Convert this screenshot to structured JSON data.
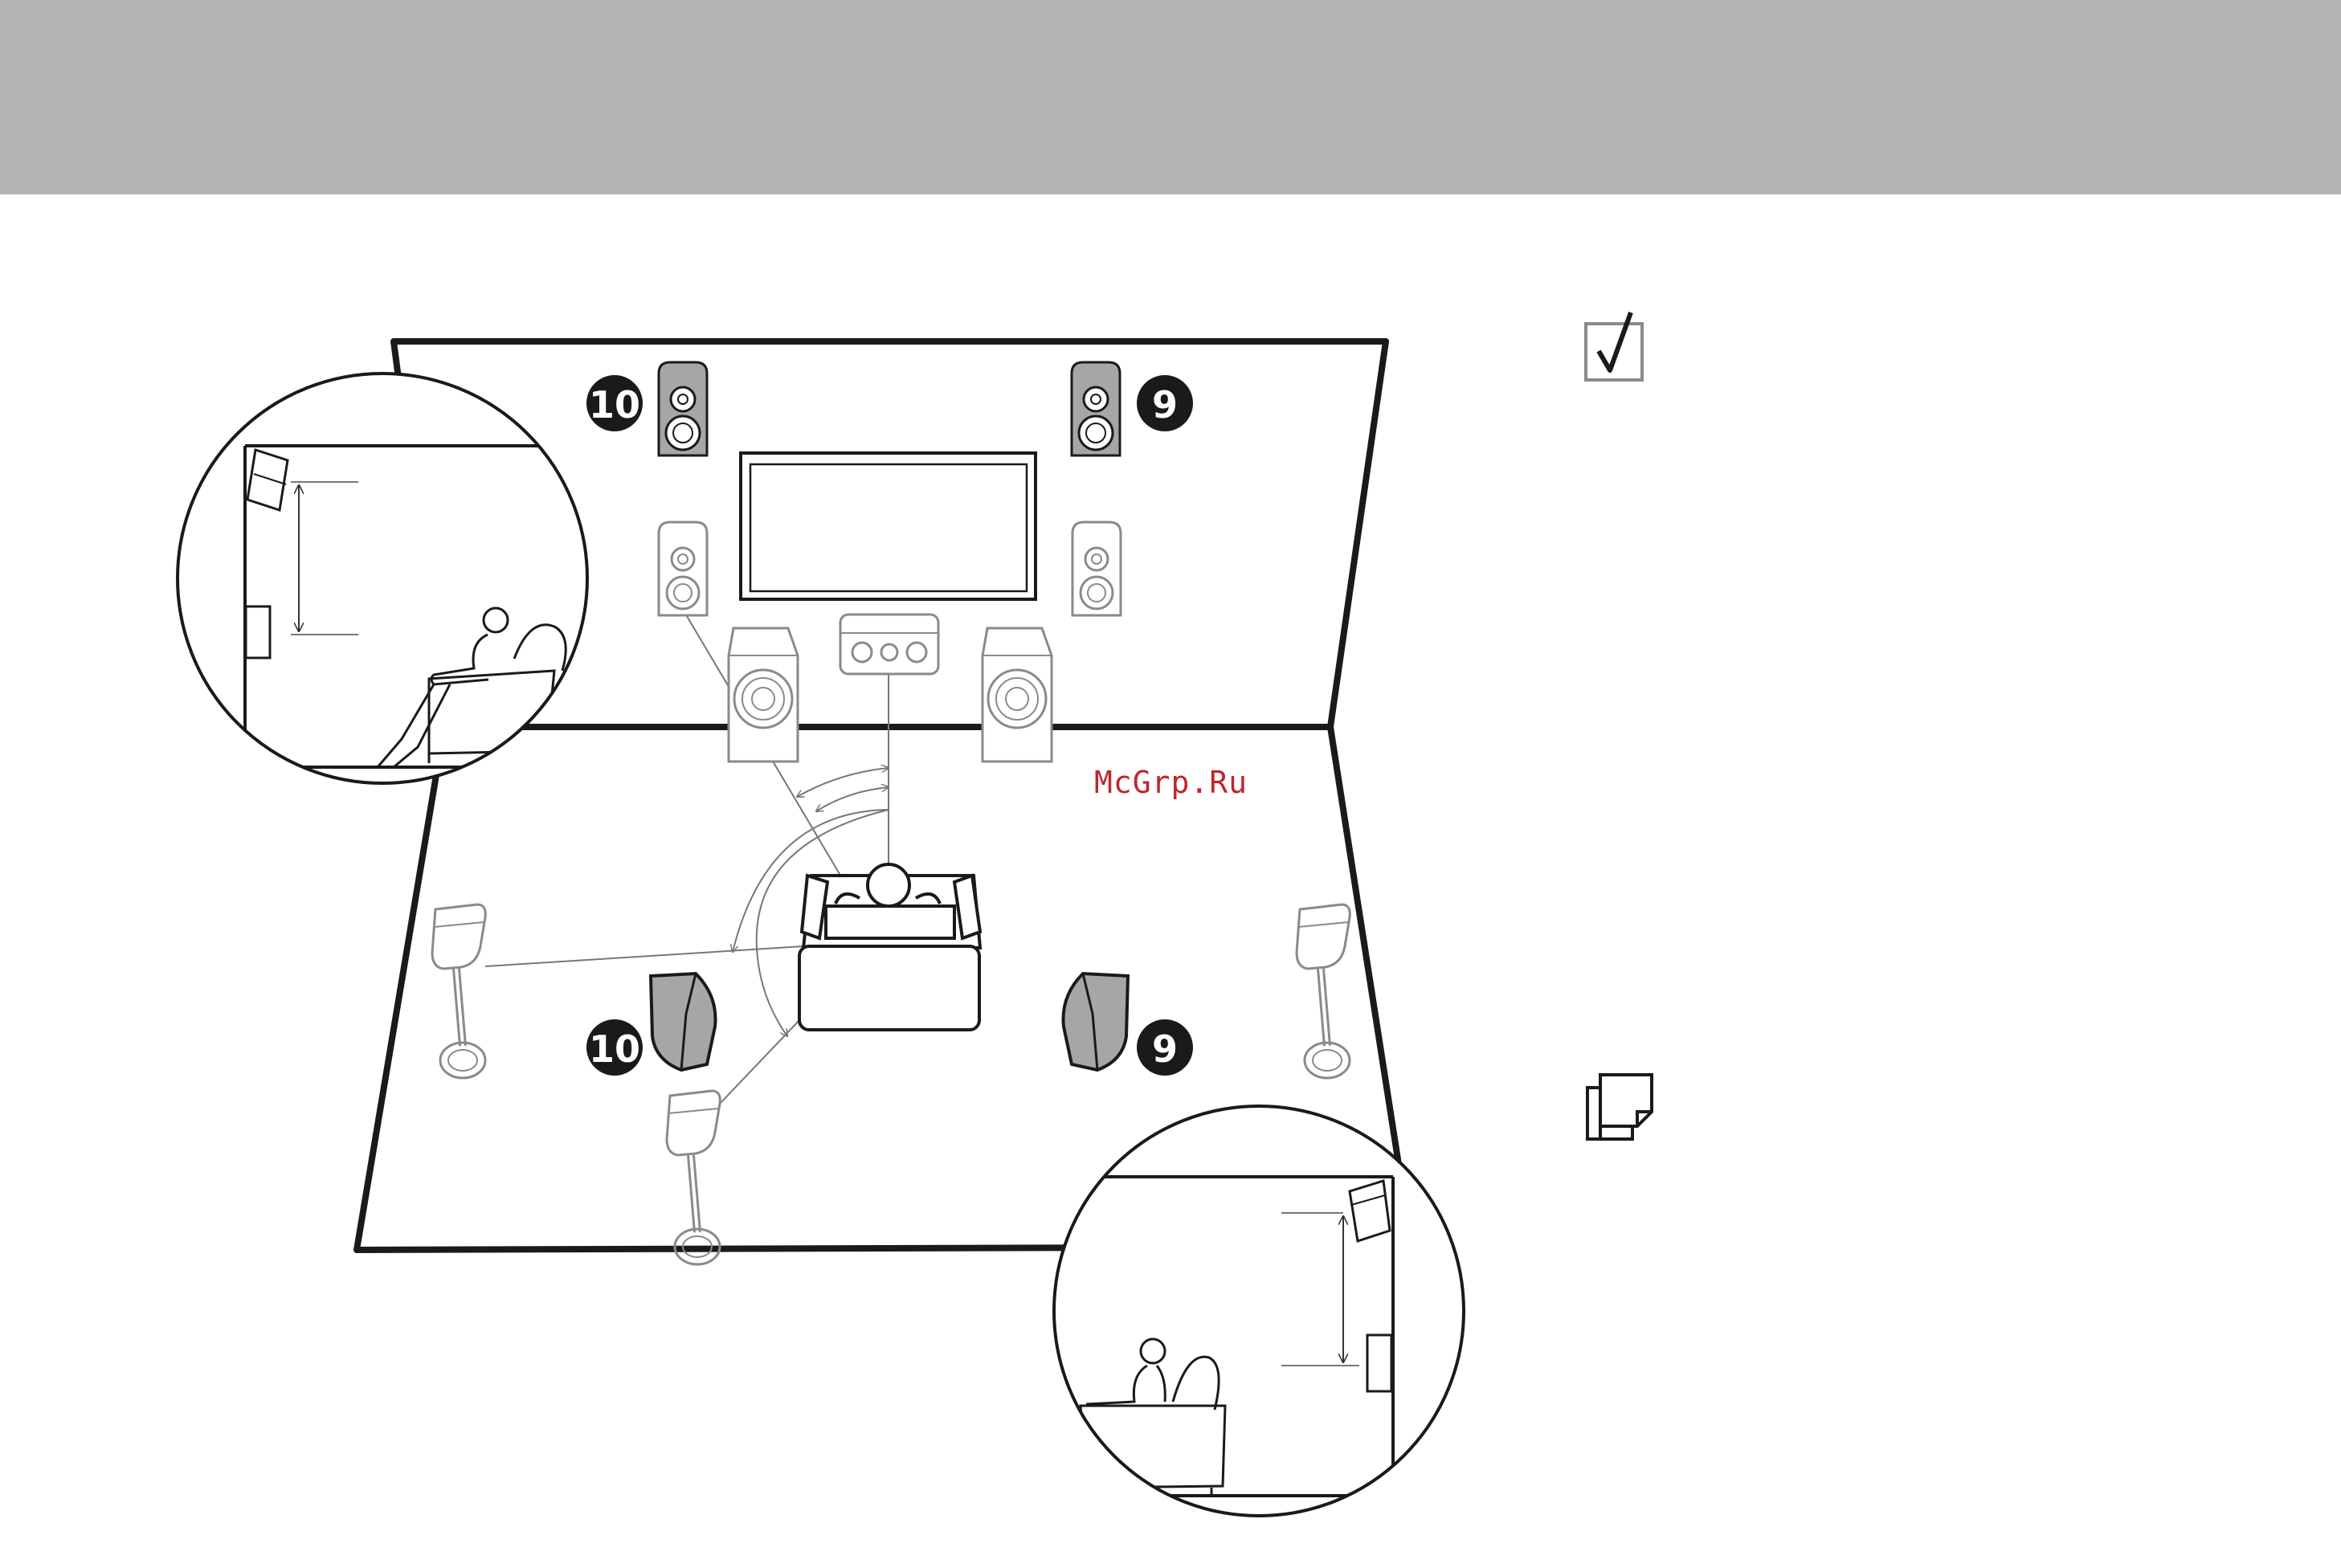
{
  "colors": {
    "header_bar": "#b3b3b3",
    "line": "#1a1a1a",
    "speaker_outline": "#8a8a8a",
    "accent_speaker": "#a6a6a6",
    "badge": "#1a1a1a",
    "watermark": "#c0262d"
  },
  "badges": {
    "front_high_left": "10",
    "front_high_right": "9",
    "rear_height_left": "10",
    "rear_height_right": "9"
  },
  "watermark": {
    "text": "McGrp.Ru"
  },
  "icons": {
    "note": "checkmark-box-icon",
    "tip": "stacked-pages-icon"
  }
}
